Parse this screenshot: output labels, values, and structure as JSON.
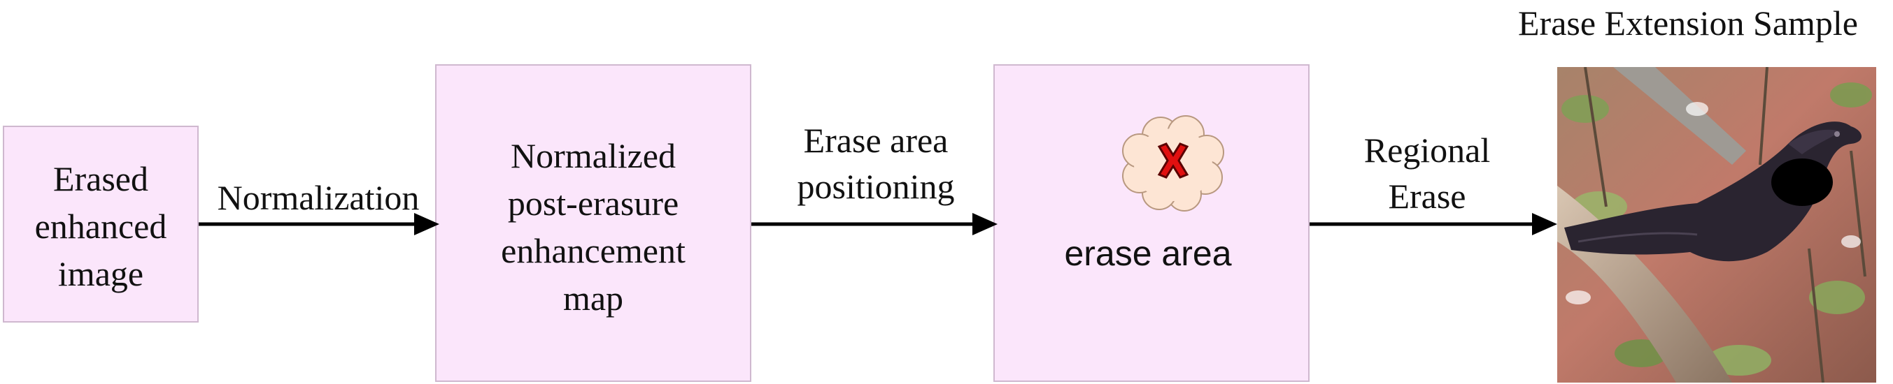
{
  "nodes": {
    "input": {
      "label": "Erased\nenhanced\nimage"
    },
    "normalized_map": {
      "label": "Normalized\npost-erasure\nenhancement\nmap"
    },
    "erase_area": {
      "label": "erase area",
      "icon": "cloud-x-icon"
    },
    "sample": {
      "title": "Erase Extension Sample",
      "image": "bird-on-branch-photo"
    }
  },
  "edges": {
    "normalization": {
      "label": "Normalization"
    },
    "positioning": {
      "label": "Erase area\npositioning"
    },
    "regional_erase": {
      "label": "Regional\nErase"
    }
  },
  "colors": {
    "box_fill": "#fbe6fb",
    "box_border": "#cfb8cf",
    "cloud_fill": "#fde5d4",
    "cross": "#e01010"
  }
}
